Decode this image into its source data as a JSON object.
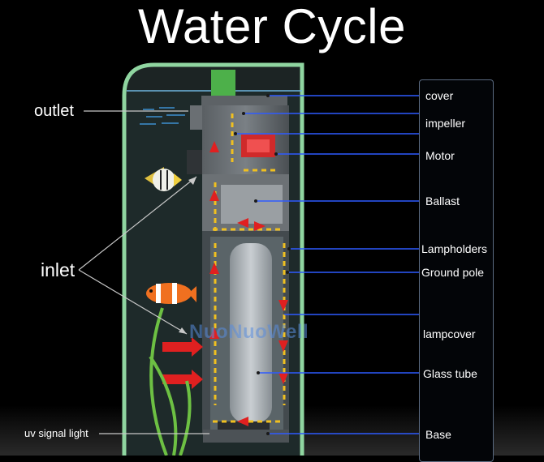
{
  "title": "Water Cycle",
  "labels": {
    "outlet": "outlet",
    "inlet": "inlet",
    "uv_signal_light": "uv signal light"
  },
  "parts": [
    "cover",
    "impeller",
    "Motor",
    "Ballast",
    "Lampholders",
    "Ground pole",
    "lampcover",
    "Glass tube",
    "Base"
  ],
  "watermark": "NuoNuoWell",
  "colors": {
    "background": "#000000",
    "tank_border": "#8fd5a0",
    "leader_line": "#2e5bff",
    "flow_arrow": "#e02020",
    "dash": "#f0c020"
  }
}
